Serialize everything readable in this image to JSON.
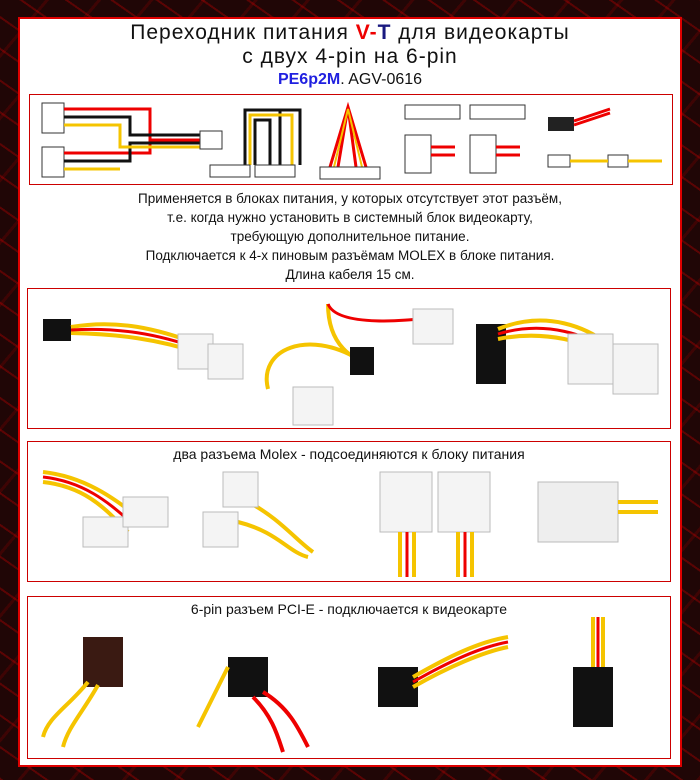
{
  "title": {
    "line1_pre": "Переходник питания ",
    "brand_v": "V",
    "brand_dash": "-",
    "brand_t": "T",
    "line1_post": " для видеокарты",
    "line2": "с двух 4-pin на 6-pin"
  },
  "subtitle": {
    "model": "PE6p2M",
    "sep": ". ",
    "code": "AGV-0616"
  },
  "description": [
    "Применяется в блоках питания, у которых отсутствует этот разъём,",
    "т.е. когда нужно установить в системный блок видеокарту,",
    "требующую дополнительное питание.",
    "Подключается к  4-х пиновым разъёмам MOLEX в блоке питания.",
    "Длина кабеля 15 см."
  ],
  "sections": {
    "molex_caption": "два разъема Molex - подсоединяются к блоку питания",
    "pcie_caption": "6-pin разъем PCI-E - подключается к видеокарте"
  },
  "colors": {
    "accent": "#dd0000",
    "brand_blue": "#2020e0",
    "wire_yellow": "#f5c400",
    "wire_red": "#e00000",
    "wire_black": "#111111"
  }
}
